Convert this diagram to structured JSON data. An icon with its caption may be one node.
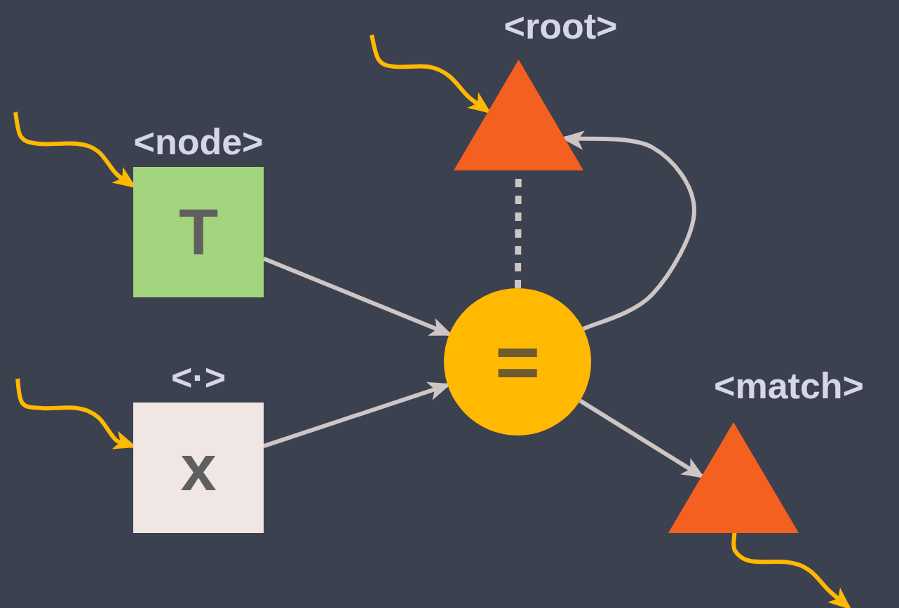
{
  "diagram": {
    "nodes": [
      {
        "text": [
          "<root>"
        ]
      },
      {
        "text": [
          "<node>",
          "T"
        ]
      },
      {
        "text": [
          "<·>",
          "x"
        ]
      },
      {
        "text": [
          "="
        ]
      },
      {
        "text": [
          "<match>"
        ]
      }
    ],
    "edges": [
      {
        "from": null,
        "to": 0,
        "arrow": "to",
        "color": "#ffb900"
      },
      {
        "from": null,
        "to": 1,
        "arrow": "to",
        "color": "#ffb900"
      },
      {
        "from": null,
        "to": 2,
        "arrow": "to",
        "color": "#ffb900"
      },
      {
        "from": 4,
        "to": null,
        "arrow": "to",
        "color": "#ffb900"
      },
      {
        "from": 1,
        "to": 3,
        "arrow": "to"
      },
      {
        "from": 2,
        "to": 3,
        "arrow": "to"
      },
      {
        "from": 3,
        "to": 0,
        "arrow": "none",
        "style": "dashed"
      },
      {
        "from": 3,
        "to": 0,
        "arrow": "to"
      },
      {
        "from": 3,
        "to": 4,
        "arrow": "to"
      }
    ]
  }
}
